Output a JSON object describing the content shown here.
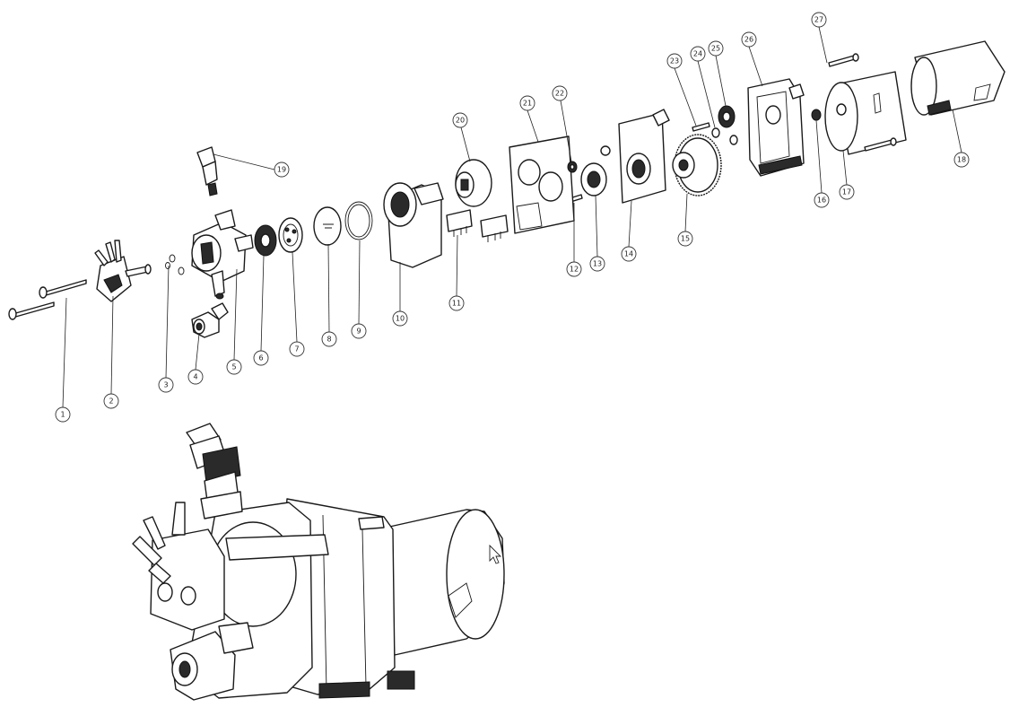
{
  "diagram": {
    "callouts": [
      {
        "label": "1"
      },
      {
        "label": "2"
      },
      {
        "label": "3"
      },
      {
        "label": "4"
      },
      {
        "label": "5"
      },
      {
        "label": "6"
      },
      {
        "label": "7"
      },
      {
        "label": "8"
      },
      {
        "label": "9"
      },
      {
        "label": "10"
      },
      {
        "label": "11"
      },
      {
        "label": "12"
      },
      {
        "label": "13"
      },
      {
        "label": "14"
      },
      {
        "label": "15"
      },
      {
        "label": "16"
      },
      {
        "label": "17"
      },
      {
        "label": "18"
      },
      {
        "label": "19"
      },
      {
        "label": "20"
      },
      {
        "label": "21"
      },
      {
        "label": "22"
      },
      {
        "label": "23"
      },
      {
        "label": "24"
      },
      {
        "label": "25"
      },
      {
        "label": "26"
      },
      {
        "label": "27"
      }
    ],
    "icons": {
      "cursor": "mouse-pointer-icon"
    }
  }
}
